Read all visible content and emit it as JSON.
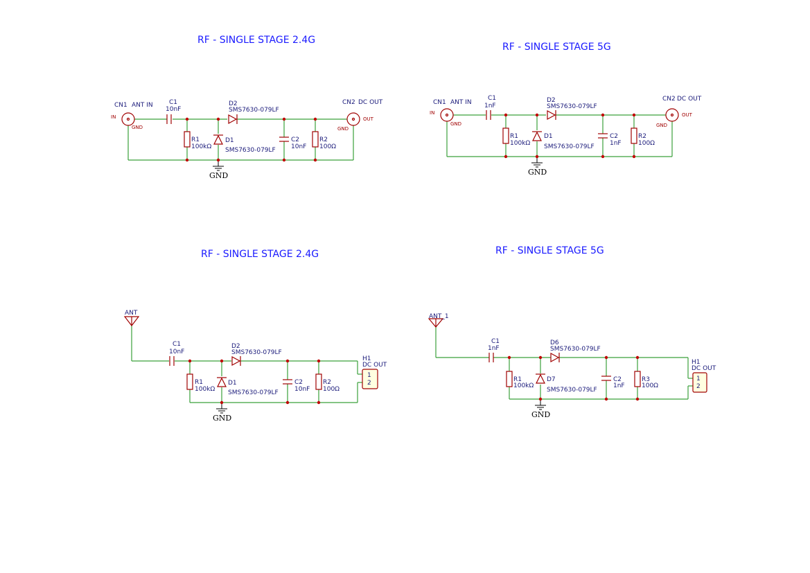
{
  "colors": {
    "wire": "#3aa03a",
    "component": "#a00000",
    "title": "#1a1aff",
    "reference": "#1a1a7a",
    "junction": "#c00000"
  },
  "circuits": [
    {
      "title": "RF - SINGLE STAGE 2.4G",
      "input_ref": "CN1",
      "input_value": "ANT IN",
      "input_pin_in": "IN",
      "input_pin_gnd": "GND",
      "c1_ref": "C1",
      "c1_value": "10nF",
      "r1_ref": "R1",
      "r1_value": "100kΩ",
      "d_shunt_ref": "D1",
      "d_shunt_value": "SMS7630-079LF",
      "d_series_ref": "D2",
      "d_series_value": "SMS7630-079LF",
      "c2_ref": "C2",
      "c2_value": "10nF",
      "r2_ref": "R2",
      "r2_value": "100Ω",
      "output_ref": "CN2",
      "output_value": "DC OUT",
      "output_pin_out": "OUT",
      "output_pin_gnd": "GND",
      "gnd_label": "GND"
    },
    {
      "title": "RF - SINGLE STAGE 5G",
      "input_ref": "CN1",
      "input_value": "ANT IN",
      "input_pin_in": "IN",
      "input_pin_gnd": "GND",
      "c1_ref": "C1",
      "c1_value": "1nF",
      "r1_ref": "R1",
      "r1_value": "100kΩ",
      "d_shunt_ref": "D1",
      "d_shunt_value": "SMS7630-079LF",
      "d_series_ref": "D2",
      "d_series_value": "SMS7630-079LF",
      "c2_ref": "C2",
      "c2_value": "1nF",
      "r2_ref": "R2",
      "r2_value": "100Ω",
      "output_ref": "CN2",
      "output_value": "DC OUT",
      "output_pin_out": "OUT",
      "output_pin_gnd": "GND",
      "gnd_label": "GND"
    },
    {
      "title": "RF - SINGLE STAGE 2.4G",
      "antenna_label": "ANT",
      "c1_ref": "C1",
      "c1_value": "10nF",
      "r1_ref": "R1",
      "r1_value": "100kΩ",
      "d_shunt_ref": "D1",
      "d_shunt_value": "SMS7630-079LF",
      "d_series_ref": "D2",
      "d_series_value": "SMS7630-079LF",
      "c2_ref": "C2",
      "c2_value": "10nF",
      "r2_ref": "R2",
      "r2_value": "100Ω",
      "header_ref": "H1",
      "header_value": "DC OUT",
      "header_pin1": "1",
      "header_pin2": "2",
      "gnd_label": "GND"
    },
    {
      "title": "RF - SINGLE STAGE 5G",
      "antenna_label": "ANT_1",
      "c1_ref": "C1",
      "c1_value": "1nF",
      "r1_ref": "R1",
      "r1_value": "100kΩ",
      "d_shunt_ref": "D7",
      "d_shunt_value": "SMS7630-079LF",
      "d_series_ref": "D6",
      "d_series_value": "SMS7630-079LF",
      "c2_ref": "C2",
      "c2_value": "1nF",
      "r2_ref": "R3",
      "r2_value": "100Ω",
      "header_ref": "H1",
      "header_value": "DC OUT",
      "header_pin1": "1",
      "header_pin2": "2",
      "gnd_label": "GND"
    }
  ]
}
